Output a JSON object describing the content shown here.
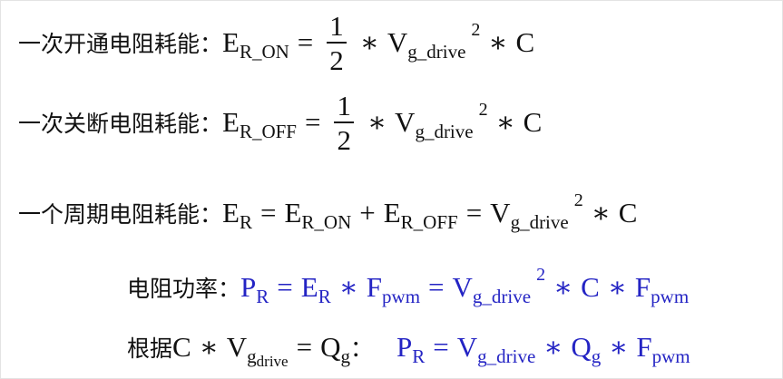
{
  "lines": [
    {
      "label": "一次开通电阻耗能：",
      "E": "E",
      "E_sub": "R_ON",
      "eq": "=",
      "num": "1",
      "den": "2",
      "mul1": "∗",
      "V": "V",
      "V_sub": "g_drive",
      "sq": "2",
      "mul2": "∗",
      "C": "C"
    },
    {
      "label": "一次关断电阻耗能：",
      "E": "E",
      "E_sub": "R_OFF",
      "eq": "=",
      "num": "1",
      "den": "2",
      "mul1": "∗",
      "V": "V",
      "V_sub": "g_drive",
      "sq": "2",
      "mul2": "∗",
      "C": "C"
    },
    {
      "label": "一个周期电阻耗能：",
      "E": "E",
      "E_sub": "R",
      "eq1": "=",
      "E2": "E",
      "E2_sub": "R_ON",
      "plus": "+",
      "E3": "E",
      "E3_sub": "R_OFF",
      "eq2": "=",
      "V": "V",
      "V_sub": "g_drive",
      "sq": "2",
      "mul": "∗",
      "C": "C"
    },
    {
      "label": "电阻功率：",
      "P": "P",
      "P_sub": "R",
      "eq1": "=",
      "E": "E",
      "E_sub": "R",
      "mul1": "∗",
      "F": "F",
      "F_sub": "pwm",
      "eq2": "=",
      "V": "V",
      "V_sub": "g_drive",
      "sq": "2",
      "mul2": "∗",
      "C": "C",
      "mul3": "∗",
      "F2": "F",
      "F2_sub": "pwm"
    },
    {
      "label": "根据",
      "C": "C",
      "mul0": "∗",
      "Vc": "V",
      "Vc_sub": "g",
      "Vc_subsub": "drive",
      "eqc": "=",
      "Q": "Q",
      "Q_sub": "g",
      "colon": "：",
      "P": "P",
      "P_sub": "R",
      "eq": "=",
      "V": "V",
      "V_sub": "g_drive",
      "mul1": "∗",
      "Q2": "Q",
      "Q2_sub": "g",
      "mul2": "∗",
      "F": "F",
      "F_sub": "pwm"
    }
  ],
  "colors": {
    "text": "#111111",
    "highlight": "#2424c4"
  }
}
